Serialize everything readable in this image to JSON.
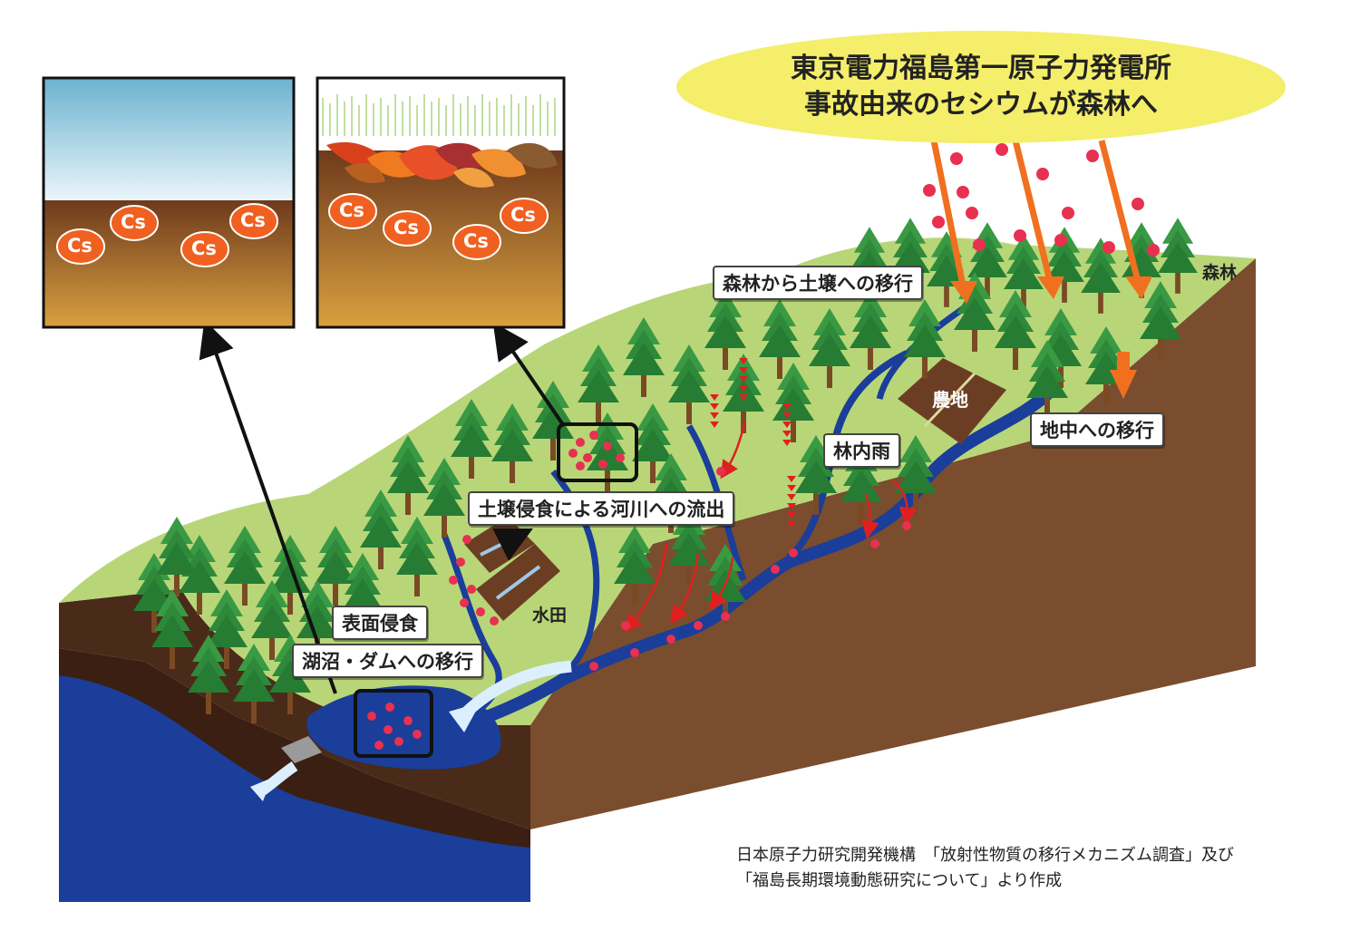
{
  "title": {
    "line1": "東京電力福島第一原子力発電所",
    "line2": "事故由来のセシウムが森林へ"
  },
  "labels": {
    "forest_to_soil": "森林から土壌への移行",
    "forest": "森林",
    "farmland": "農地",
    "underground": "地中への移行",
    "throughfall": "林内雨",
    "erosion_to_river": "土壌侵食による河川への流出",
    "paddy": "水田",
    "surface_erosion": "表面侵食",
    "to_lake_dam": "湖沼・ダムへの移行"
  },
  "insets": {
    "cesium_label": "Cs"
  },
  "credit": {
    "line1": "日本原子力研究開発機構　「放射性物質の移行メカニズム調査」及び",
    "line2": "「福島長期環境動態研究について」より作成"
  },
  "colors": {
    "grass": "#b8d678",
    "soil": "#7a4d2e",
    "water": "#1a3e9a",
    "tree": "#2e8a3a",
    "cesium": "#e83050",
    "arrow": "#f07020",
    "sky_oval": "#f4ee6a"
  }
}
